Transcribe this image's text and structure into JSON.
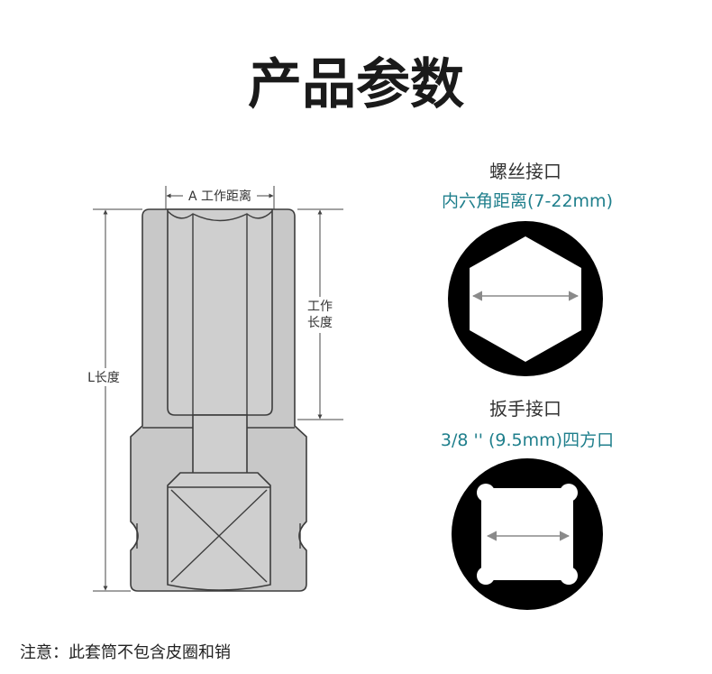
{
  "title": "产品参数",
  "diagram": {
    "label_a": "A 工作距离",
    "label_l": "L长度",
    "label_work_line1": "工作",
    "label_work_line2": "长度"
  },
  "screw_interface": {
    "label": "螺丝接口",
    "spec": "内六角距离(7-22mm)"
  },
  "wrench_interface": {
    "label": "扳手接口",
    "spec": "3/8 '' (9.5mm)四方口"
  },
  "note": "注意：此套筒不包含皮圈和销",
  "colors": {
    "accent": "#1f7f8c",
    "socket_fill": "#c8c8c8",
    "interface_circle": "#000000"
  }
}
